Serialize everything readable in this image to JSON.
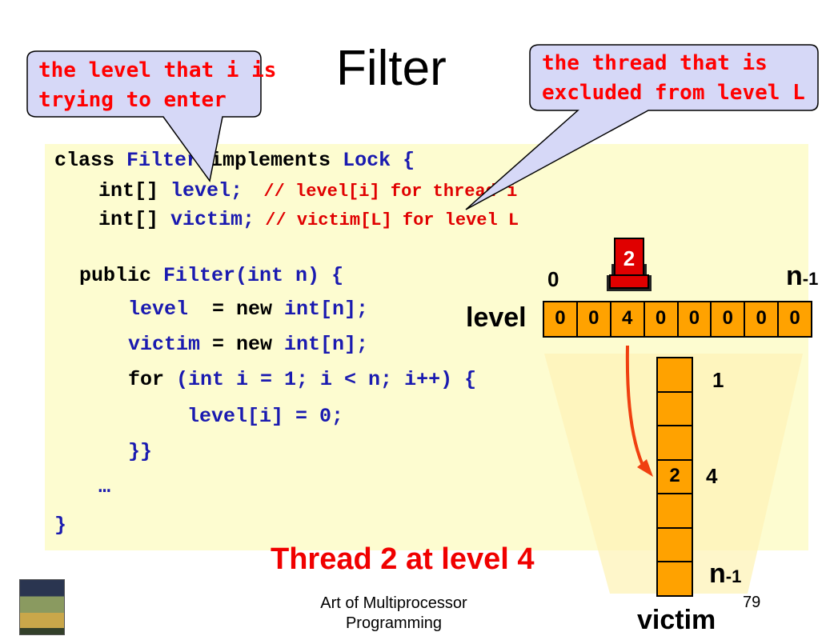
{
  "slide": {
    "title": "Filter",
    "footer_line1": "Art of Multiprocessor",
    "footer_line2": "Programming",
    "page_number": "79"
  },
  "callouts": {
    "left_line1": "the level that i is",
    "left_line2": "trying to enter",
    "right_line1": "the thread that is",
    "right_line2": "excluded from level L"
  },
  "code": {
    "l1_a": "class ",
    "l1_b": "Filter",
    "l1_c": " implements ",
    "l1_d": "Lock",
    "l1_e": " {",
    "l2_a": "int[] ",
    "l2_b": "level;",
    "l2_c": "  // level[i] for thread i",
    "l3_a": "int[] ",
    "l3_b": "victim;",
    "l3_c": " // victim[L] for level L",
    "l4_a": "public ",
    "l4_b": "Filter(int n) {",
    "l5_a": "level",
    "l5_b": "  = new ",
    "l5_c": "int[n];",
    "l6_a": "victim",
    "l6_b": " = new ",
    "l6_c": "int[n];",
    "l7_a": "for ",
    "l7_b": "(int ",
    "l7_c": "i = 1; i < n; i++) {",
    "l8": "level[i] = 0;",
    "l9": "}}",
    "l10": "…",
    "l11": "}"
  },
  "diagram": {
    "level_label": "level",
    "level_index_start": "0",
    "level_index_end_n": "n",
    "level_index_end_sub": "-1",
    "level_values": [
      "0",
      "0",
      "4",
      "0",
      "0",
      "0",
      "0",
      "0"
    ],
    "thread_badge": "2",
    "victim_label": "victim",
    "victim_index_start": "1",
    "victim_index_mid": "4",
    "victim_index_end_n": "n",
    "victim_index_end_sub": "-1",
    "victim_values": [
      "",
      "",
      "",
      "2",
      "",
      "",
      ""
    ],
    "caption": "Thread 2 at level 4"
  },
  "colors": {
    "code_background": "#fdfcd0",
    "cell_fill": "#ffa200",
    "keyword_blue": "#1a1ab0",
    "comment_red": "#e00000",
    "callout_fill": "#d6d8f7",
    "caption_red": "#f00000"
  }
}
